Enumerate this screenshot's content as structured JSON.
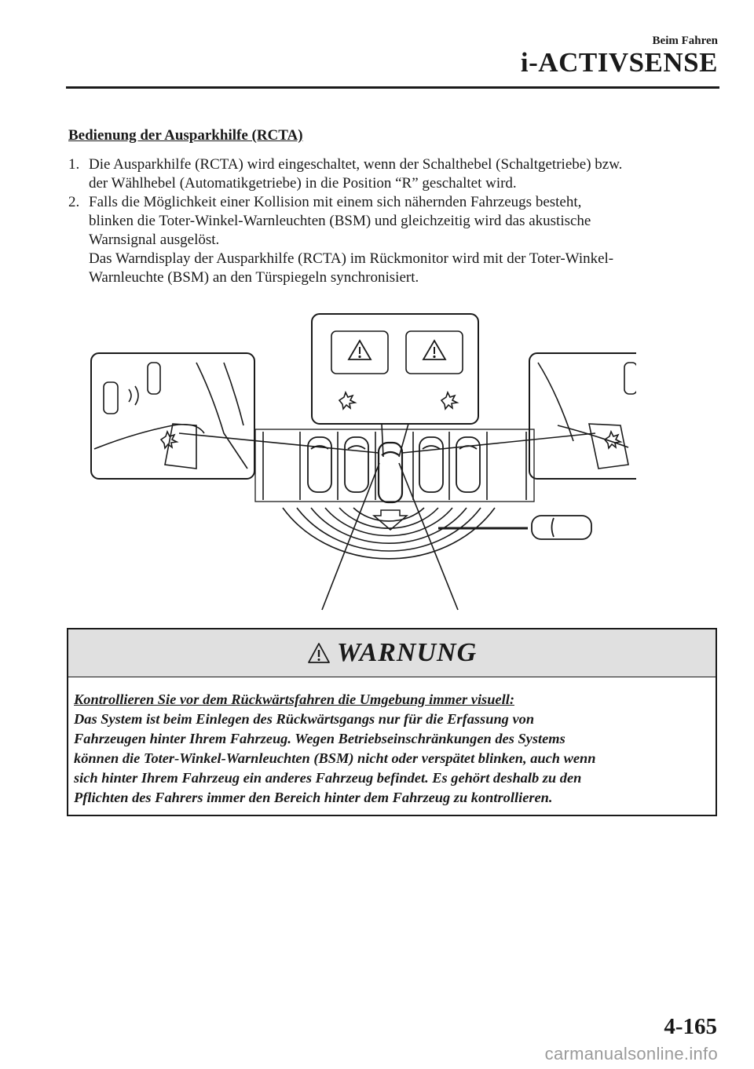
{
  "header": {
    "section": "Beim Fahren",
    "title": "i-ACTIVSENSE"
  },
  "content": {
    "heading": "Bedienung der Ausparkhilfe (RCTA)",
    "steps": [
      {
        "number": "1.",
        "lines": [
          "Die Ausparkhilfe (RCTA) wird eingeschaltet, wenn der Schalthebel (Schaltgetriebe) bzw.",
          "der Wählhebel (Automatikgetriebe) in die Position “R” geschaltet wird."
        ]
      },
      {
        "number": "2.",
        "lines": [
          "Falls die Möglichkeit einer Kollision mit einem sich nähernden Fahrzeugs besteht,",
          "blinken die Toter-Winkel-Warnleuchten (BSM) und gleichzeitig wird das akustische",
          "Warnsignal ausgelöst.",
          "Das Warndisplay der Ausparkhilfe (RCTA) im Rückmonitor wird mit der Toter-Winkel-",
          "Warnleuchte (BSM) an den Türspiegeln synchronisiert."
        ]
      }
    ]
  },
  "warning": {
    "title": "WARNUNG",
    "icon": "warning-triangle-icon",
    "lead": "Kontrollieren Sie vor dem Rückwärtsfahren die Umgebung immer visuell:",
    "lines": [
      "Das System ist beim Einlegen des Rückwärtsgangs nur für die Erfassung von",
      "Fahrzeugen hinter Ihrem Fahrzeug. Wegen Betriebseinschränkungen des Systems",
      "können die Toter-Winkel-Warnleuchten (BSM) nicht oder verspätet blinken, auch wenn",
      "sich hinter Ihrem Fahrzeug ein anderes Fahrzeug befindet. Es gehört deshalb zu den",
      "Pflichten des Fahrers immer den Bereich hinter dem Fahrzeug zu kontrollieren."
    ]
  },
  "footer": {
    "page_number": "4-165",
    "watermark": "carmanualsonline.info"
  }
}
